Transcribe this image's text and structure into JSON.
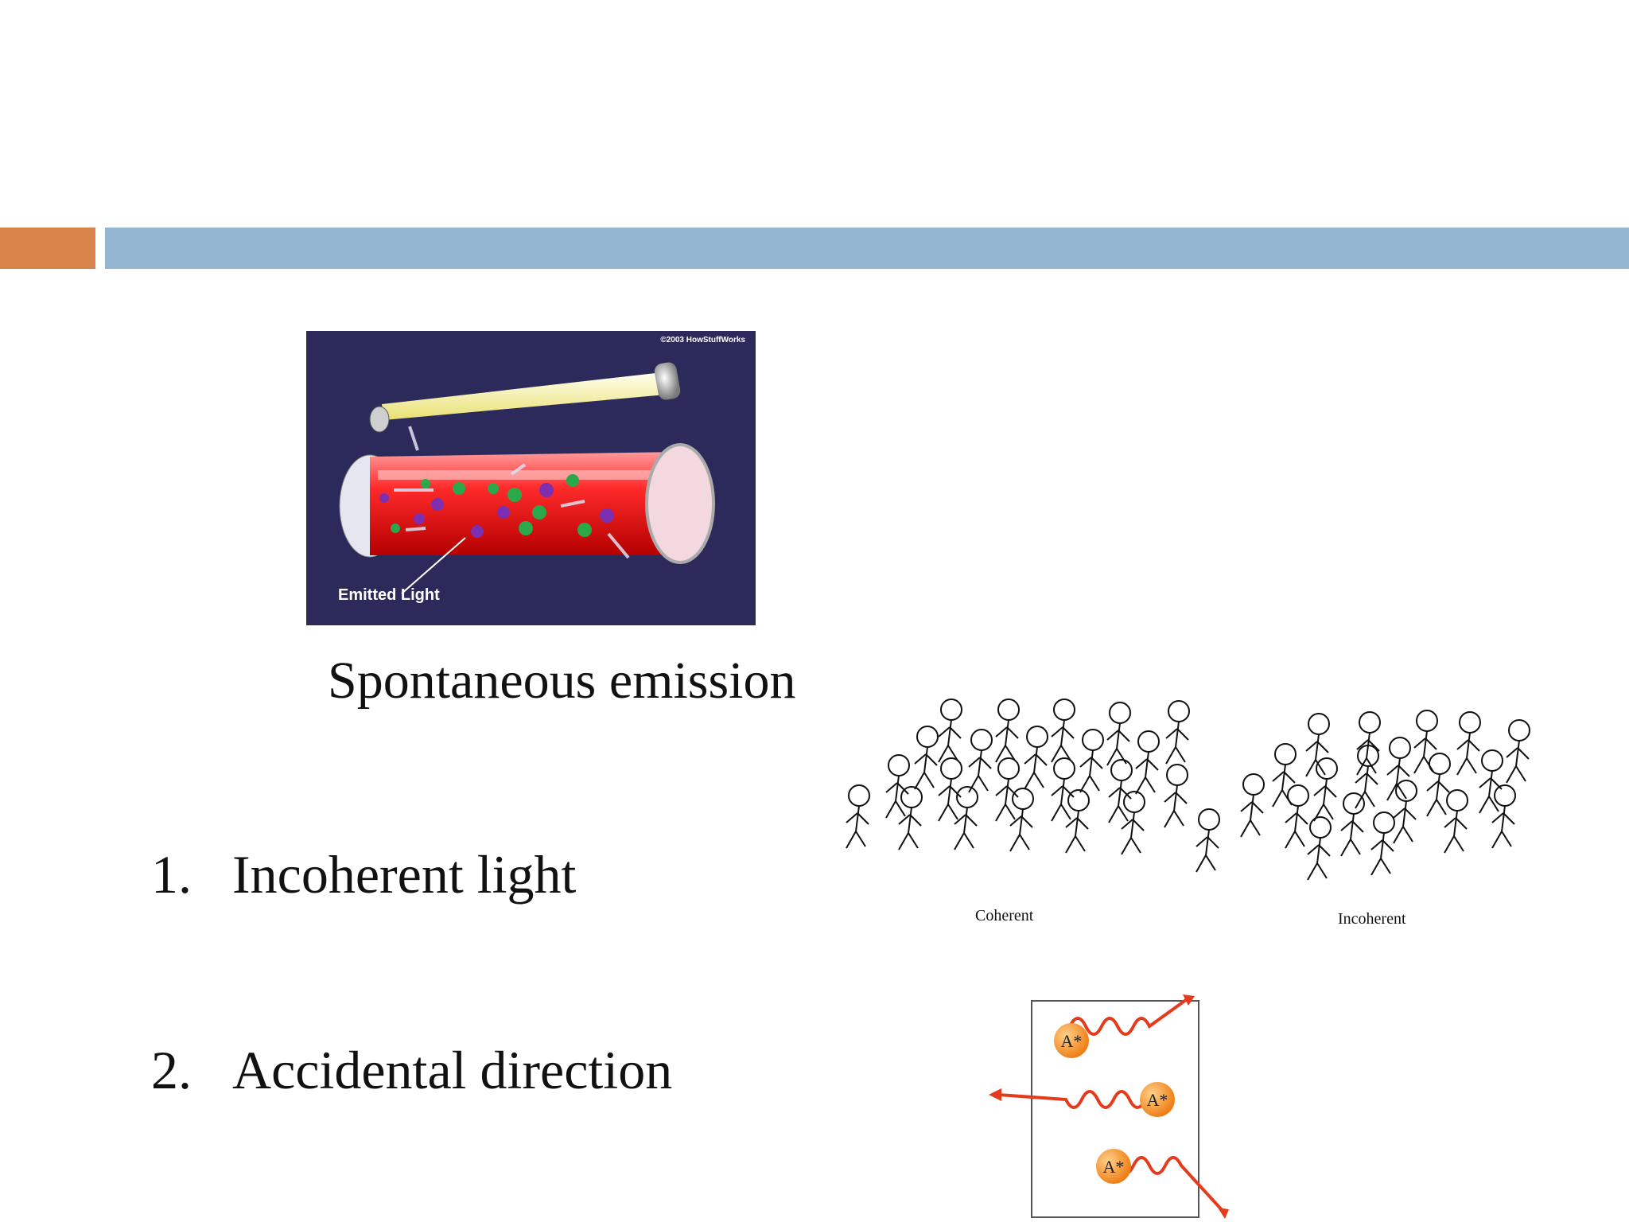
{
  "slide": {
    "accent_colors": {
      "orange": "#D9834A",
      "blue": "#94B6D2"
    },
    "laser_image": {
      "copyright": "©2003 HowStuffWorks",
      "label": "Emitted Light"
    },
    "caption": "Spontaneous emission",
    "list": [
      {
        "number": "1.",
        "text": "Incoherent light"
      },
      {
        "number": "2.",
        "text": "Accidental direction"
      }
    ],
    "crowd_image": {
      "coherent_label": "Coherent",
      "incoherent_label": "Incoherent"
    },
    "emission_diagram": {
      "atom_label": "A*"
    }
  }
}
